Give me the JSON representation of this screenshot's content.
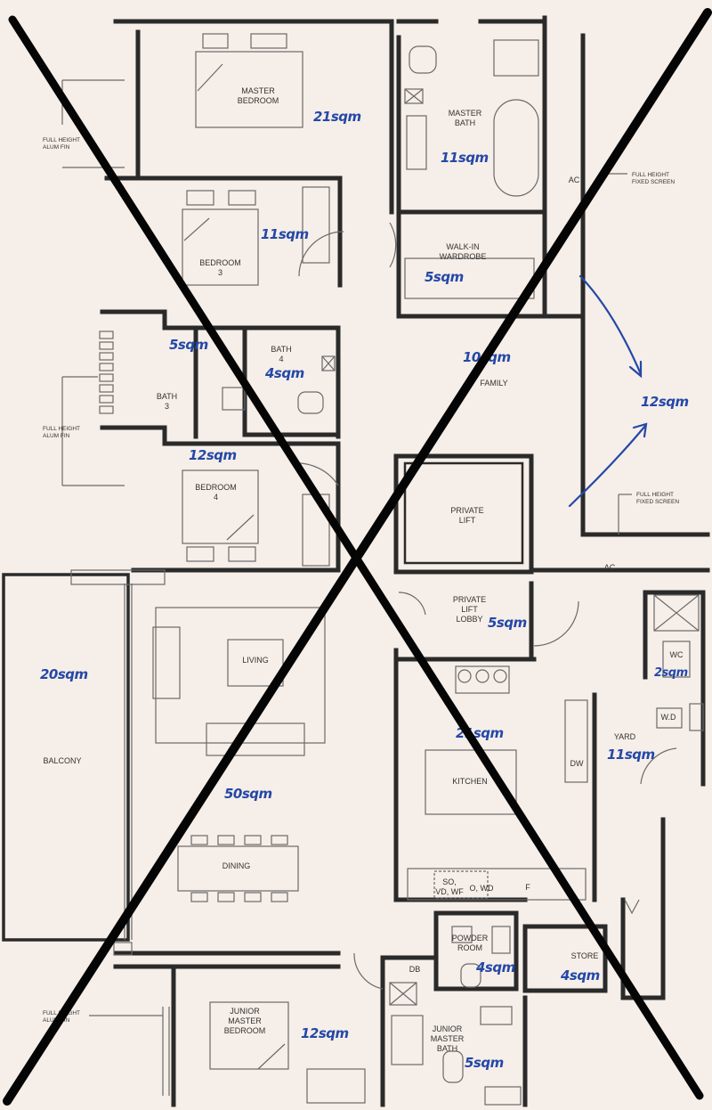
{
  "rooms": {
    "master_bedroom": "MASTER\nBEDROOM",
    "master_bath": "MASTER\nBATH",
    "bedroom3": "BEDROOM\n3",
    "walkin": "WALK-IN\nWARDROBE",
    "bath3": "BATH\n3",
    "bath4": "BATH\n4",
    "family": "FAMILY",
    "bedroom4": "BEDROOM\n4",
    "private_lift": "PRIVATE\nLIFT",
    "lift_lobby": "PRIVATE\nLIFT\nLOBBY",
    "living": "LIVING",
    "balcony": "BALCONY",
    "kitchen": "KITCHEN",
    "yard": "YARD",
    "dining": "DINING",
    "powder_room": "POWDER\nROOM",
    "store": "STORE",
    "junior_master_bedroom": "JUNIOR\nMASTER\nBEDROOM",
    "junior_master_bath": "JUNIOR\nMASTER\nBATH",
    "ac_top": "AC",
    "ac_mid": "AC",
    "wc": "WC",
    "wd": "W.D",
    "dw": "DW",
    "db": "DB",
    "so_vd_wf": "SO,\nVD, WF",
    "o_wd": "O, WD",
    "f": "F"
  },
  "notes": {
    "alum_fin_top": "FULL HEIGHT\nALUM FIN",
    "alum_fin_mid": "FULL HEIGHT\nALUM FIN",
    "alum_fin_bottom": "FULL HEIGHT\nALUM FIN",
    "fixed_screen_top": "FULL HEIGHT\nFIXED SCREEN",
    "fixed_screen_mid": "FULL HEIGHT\nFIXED SCREEN"
  },
  "areas": {
    "master_bedroom": "21sqm",
    "master_bath": "11sqm",
    "bedroom3": "11sqm",
    "walkin": "5sqm",
    "bath3": "5sqm",
    "bath4": "4sqm",
    "family": "10sqm",
    "ac_zone": "12sqm",
    "bedroom4": "12sqm",
    "lift_lobby": "5sqm",
    "balcony": "20sqm",
    "wc": "2sqm",
    "kitchen": "21sqm",
    "yard": "11sqm",
    "living_dining": "50sqm",
    "powder_room": "4sqm",
    "store": "4sqm",
    "junior_master_bedroom": "12sqm",
    "junior_master_bath": "5sqm"
  },
  "colors": {
    "background": "#f6eee8",
    "wall": "#2a2a2a",
    "annotation": "#2448a8",
    "cross": "#050505"
  }
}
